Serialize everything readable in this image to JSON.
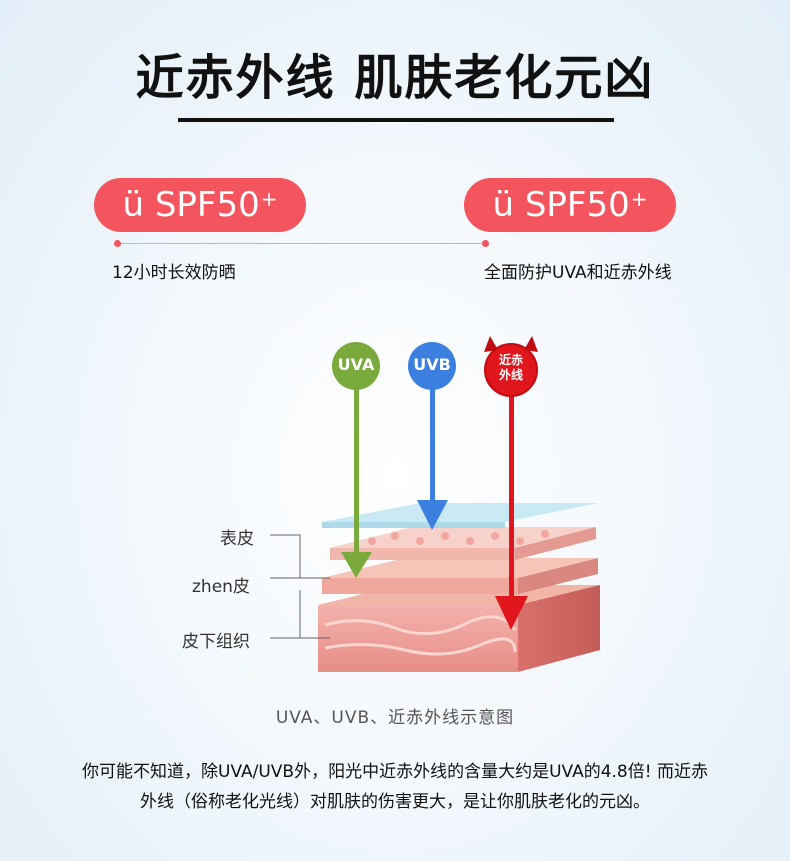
{
  "title": "近赤外线 肌肤老化元凶",
  "badges": {
    "left": {
      "prefix": "ü",
      "label": "SPF50",
      "sup": "+"
    },
    "right": {
      "prefix": "ü",
      "label": "SPF50",
      "sup": "+"
    }
  },
  "features": {
    "left": "12小时长效防晒",
    "right": "全面防护UVA和近赤外线"
  },
  "diagram": {
    "rays": [
      {
        "label": "UVA",
        "color": "#7aaa3c"
      },
      {
        "label": "UVB",
        "color": "#3b7fe0"
      },
      {
        "label_line1": "近赤",
        "label_line2": "外线",
        "color": "#e0161c"
      }
    ],
    "layers": [
      "表皮",
      "zhen皮",
      "皮下组织"
    ],
    "caption": "UVA、UVB、近赤外线示意图"
  },
  "paragraph": {
    "line1": "你可能不知道，除UVA/UVB外，阳光中近赤外线的含量大约是UVA的4.8倍! 而近赤",
    "line2": "外线（俗称老化光线）对肌肤的伤害更大，是让你肌肤老化的元凶。"
  },
  "colors": {
    "accent": "#f4545d",
    "uva": "#7aaa3c",
    "uvb": "#3b7fe0",
    "nir": "#e0161c"
  }
}
